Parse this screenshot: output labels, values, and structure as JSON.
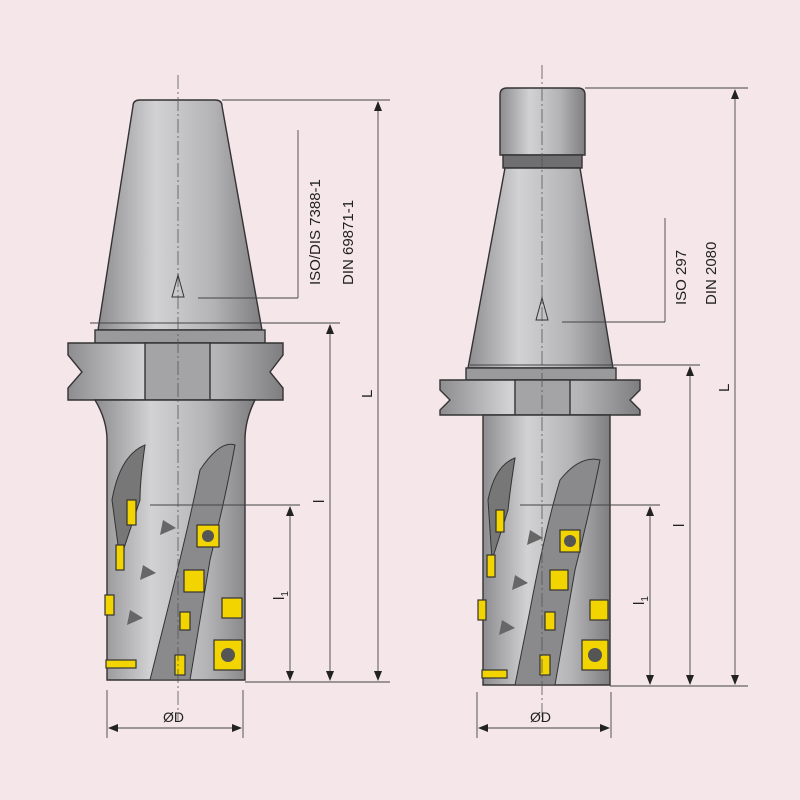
{
  "left_tool": {
    "standard_1": "ISO/DIS 7388-1",
    "standard_2": "DIN 69871-1",
    "dim_L": "L",
    "dim_l": "l",
    "dim_l1": "l",
    "dim_l1_sub": "1",
    "dim_D": "ØD"
  },
  "right_tool": {
    "standard_1": "ISO 297",
    "standard_2": "DIN 2080",
    "dim_L": "L",
    "dim_l": "l",
    "dim_l1": "l",
    "dim_l1_sub": "1",
    "dim_D": "ØD"
  },
  "colors": {
    "background": "#f5e6ea",
    "body": "#b9b9bb",
    "insert": "#f2d400"
  }
}
